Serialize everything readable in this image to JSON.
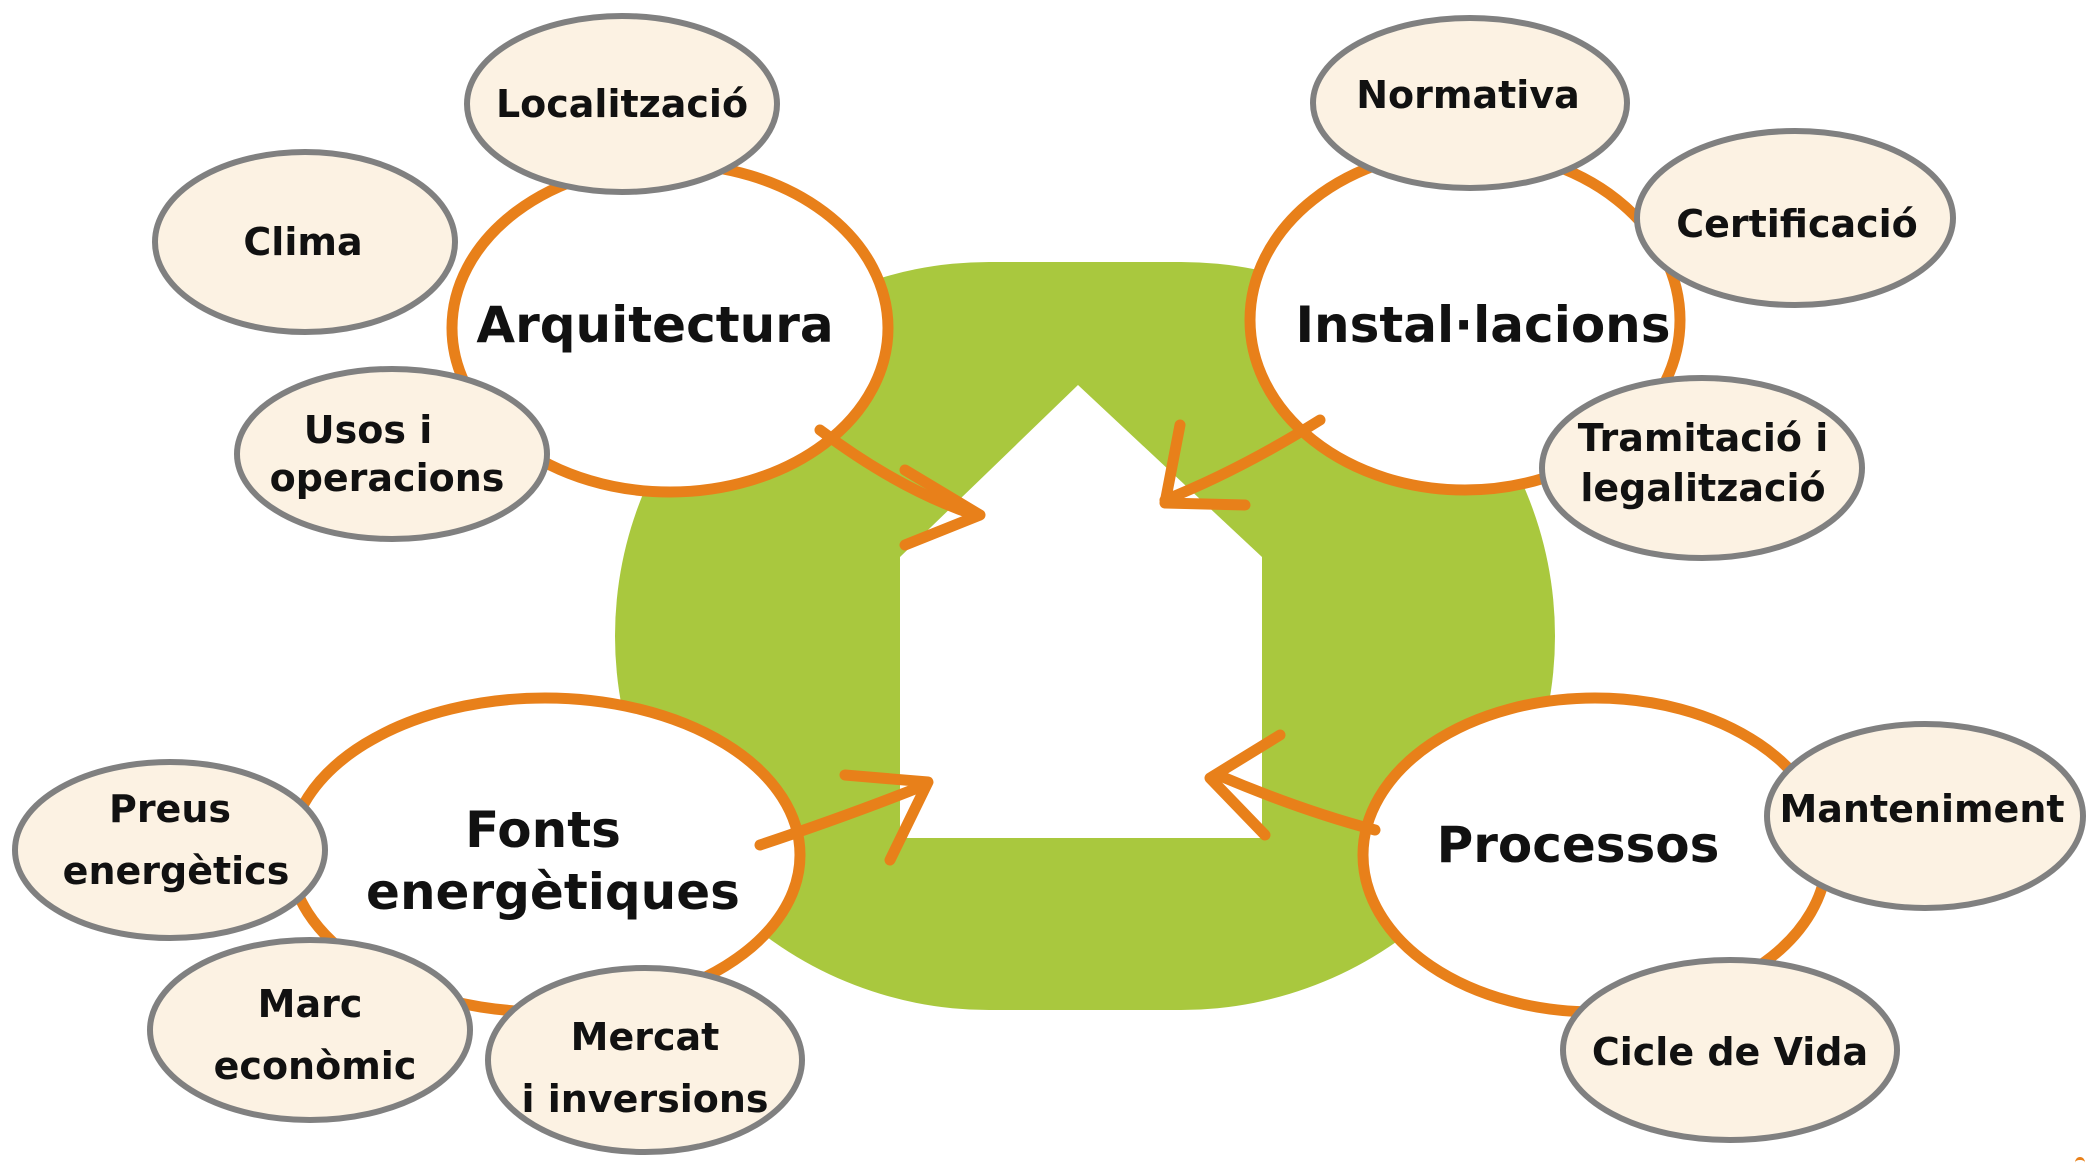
{
  "colors": {
    "green": "#a9c83e",
    "orange": "#e8801a",
    "bubble_fill": "#fcf2e3",
    "bubble_stroke": "#808080",
    "text": "#111111"
  },
  "center_icon": "house-icon",
  "clusters": [
    {
      "id": "arquitectura",
      "title": [
        "Arquitectura"
      ],
      "bubbles": [
        {
          "id": "localitzacio",
          "lines": [
            "Localització"
          ]
        },
        {
          "id": "clima",
          "lines": [
            "Clima"
          ]
        },
        {
          "id": "usos",
          "lines": [
            "Usos i",
            "operacions"
          ]
        }
      ]
    },
    {
      "id": "installacions",
      "title": [
        "Instal·lacions"
      ],
      "bubbles": [
        {
          "id": "normativa",
          "lines": [
            "Normativa"
          ]
        },
        {
          "id": "certificacio",
          "lines": [
            "Certificació"
          ]
        },
        {
          "id": "tramitacio",
          "lines": [
            "Tramitació i",
            "legalització"
          ]
        }
      ]
    },
    {
      "id": "fonts",
      "title": [
        "Fonts",
        "energètiques"
      ],
      "bubbles": [
        {
          "id": "preus",
          "lines": [
            "Preus",
            "energètics"
          ]
        },
        {
          "id": "marc",
          "lines": [
            "Marc",
            "econòmic"
          ]
        },
        {
          "id": "mercat",
          "lines": [
            "Mercat",
            "i inversions"
          ]
        }
      ]
    },
    {
      "id": "processos",
      "title": [
        "Processos"
      ],
      "bubbles": [
        {
          "id": "manteniment",
          "lines": [
            "Manteniment"
          ]
        },
        {
          "id": "cicle",
          "lines": [
            "Cicle de Vida"
          ]
        }
      ]
    }
  ]
}
